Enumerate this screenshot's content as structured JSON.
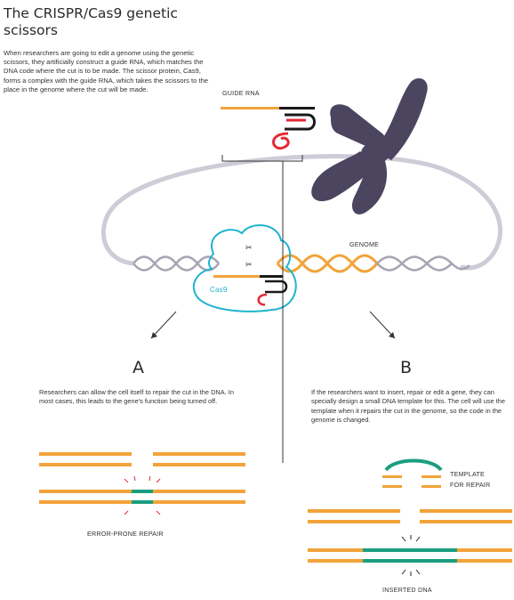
{
  "title": "The CRISPR/Cas9 genetic scissors",
  "intro": "When researchers are going to edit a genome using the genetic scissors, they artificially construct a guide RNA, which matches the DNA code where the cut is to be made. The scissor protein, Cas9, forms a complex with the guide RNA, which takes the scissors to the place in the genome where the cut will be made.",
  "labels": {
    "guide_rna": "GUIDE RNA",
    "genome": "GENOME",
    "cas9": "Cas9",
    "error_prone_repair": "ERROR-PRONE REPAIR",
    "template_for_repair_line1": "TEMPLATE",
    "template_for_repair_line2": "FOR REPAIR",
    "inserted_dna": "INSERTED DNA"
  },
  "option_a": {
    "letter": "A",
    "text": "Researchers can allow the cell itself to repair the cut in the DNA. In most cases, this leads to the gene's function being turned off."
  },
  "option_b": {
    "letter": "B",
    "text": "If the researchers want to insert, repair or edit a gene, they can specially design a small DNA template for this. The cell will use the template when it repairs the cut in the genome, so the code in the genome is changed."
  },
  "colors": {
    "dna_orange": "#f2a33a",
    "dna_grey": "#a9a4b4",
    "chromosome": "#4b4560",
    "cas9_outline": "#1fb3cf",
    "rna_red": "#e32a34",
    "rna_black": "#1a1a1a",
    "template_green": "#1a9e7f"
  }
}
